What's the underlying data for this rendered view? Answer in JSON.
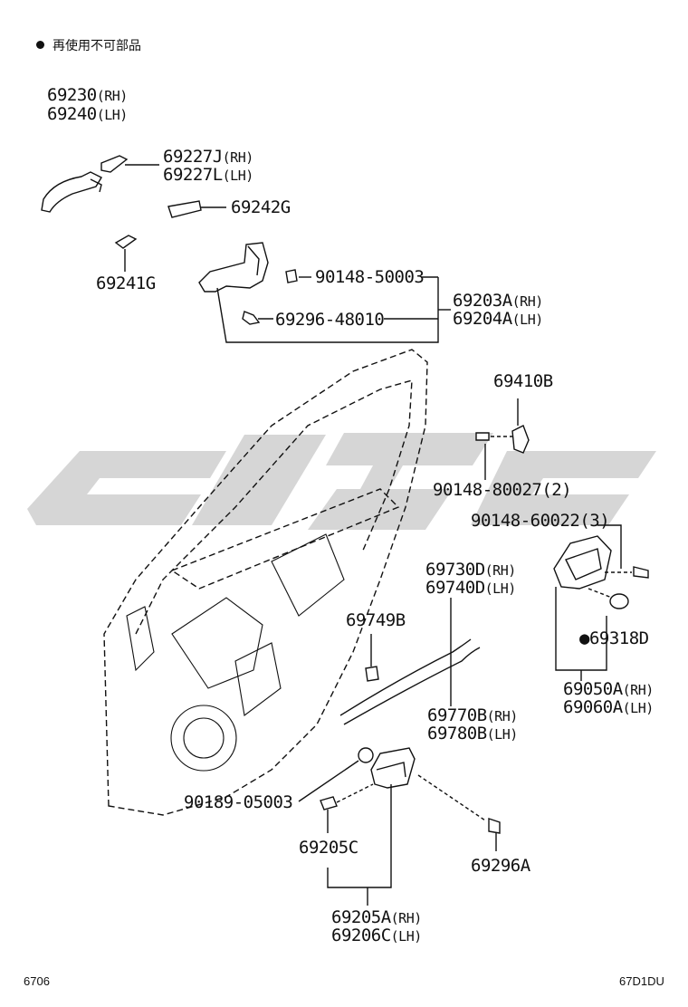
{
  "note": "再使用不可部品",
  "footer": {
    "left": "6706",
    "right": "67D1DU"
  },
  "labels": {
    "p69230": {
      "num": "69230",
      "sfx": "(RH)"
    },
    "p69240": {
      "num": "69240",
      "sfx": "(LH)"
    },
    "p69227J": {
      "num": "69227J",
      "sfx": "(RH)"
    },
    "p69227L": {
      "num": "69227L",
      "sfx": "(LH)"
    },
    "p69242G": {
      "num": "69242G",
      "sfx": ""
    },
    "p69241G": {
      "num": "69241G",
      "sfx": ""
    },
    "p90148_50003": {
      "num": "90148-50003",
      "sfx": ""
    },
    "p69296_48010": {
      "num": "69296-48010",
      "sfx": ""
    },
    "p69203A": {
      "num": "69203A",
      "sfx": "(RH)"
    },
    "p69204A": {
      "num": "69204A",
      "sfx": "(LH)"
    },
    "p69410B": {
      "num": "69410B",
      "sfx": ""
    },
    "p90148_80027": {
      "num": "90148-80027(2)",
      "sfx": ""
    },
    "p90148_60022": {
      "num": "90148-60022(3)",
      "sfx": ""
    },
    "p69730D": {
      "num": "69730D",
      "sfx": "(RH)"
    },
    "p69740D": {
      "num": "69740D",
      "sfx": "(LH)"
    },
    "p69749B": {
      "num": "69749B",
      "sfx": ""
    },
    "p69318D": {
      "num": "●69318D",
      "sfx": ""
    },
    "p69050A": {
      "num": "69050A",
      "sfx": "(RH)"
    },
    "p69060A": {
      "num": "69060A",
      "sfx": "(LH)"
    },
    "p69770B": {
      "num": "69770B",
      "sfx": "(RH)"
    },
    "p69780B": {
      "num": "69780B",
      "sfx": "(LH)"
    },
    "p90189_05003": {
      "num": "90189-05003",
      "sfx": ""
    },
    "p69205C": {
      "num": "69205C",
      "sfx": ""
    },
    "p69296A": {
      "num": "69296A",
      "sfx": ""
    },
    "p69205A": {
      "num": "69205A",
      "sfx": "(RH)"
    },
    "p69206C": {
      "num": "69206C",
      "sfx": "(LH)"
    }
  }
}
